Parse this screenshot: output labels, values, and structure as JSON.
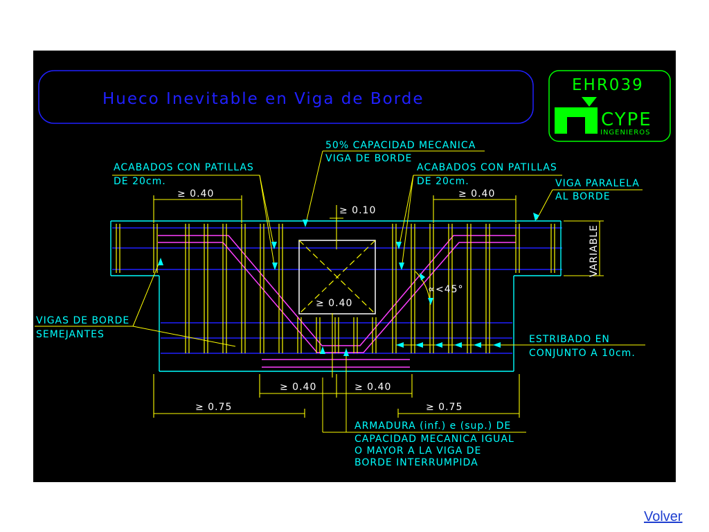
{
  "slide": {
    "title": "Hueco Inevitable en Viga de Borde",
    "code": "EHR039",
    "logo_brand": "CYPE",
    "logo_sub": "INGENIEROS",
    "nav_link": "Volver"
  },
  "labels": {
    "capacidad_1": "50% CAPACIDAD MECANICA",
    "capacidad_2": "VIGA DE BORDE",
    "acabados_left_1": "ACABADOS CON PATILLAS",
    "acabados_left_2": "DE 20cm.",
    "acabados_right_1": "ACABADOS CON PATILLAS",
    "acabados_right_2": "DE 20cm.",
    "viga_paralela_1": "VIGA PARALELA",
    "viga_paralela_2": "AL BORDE",
    "variable": "VARIABLE",
    "vigas_borde_1": "VIGAS DE BORDE",
    "vigas_borde_2": "SEMEJANTES",
    "estribado_1": "ESTRIBADO EN",
    "estribado_2": "CONJUNTO A 10cm.",
    "armadura_1": "ARMADURA (inf.) e (sup.) DE",
    "armadura_2": "CAPACIDAD MECANICA IGUAL",
    "armadura_3": "O MAYOR A LA VIGA DE",
    "armadura_4": "BORDE INTERRUMPIDA",
    "angle": "∝<45°",
    "dim_top_left": "≥ 0.40",
    "dim_top_right": "≥ 0.40",
    "dim_010": "≥ 0.10",
    "dim_hole": "≥ 0.40",
    "dim_bottom_left": "≥ 0.40",
    "dim_bottom_right": "≥ 0.40",
    "dim_075_left": "≥ 0.75",
    "dim_075_right": "≥ 0.75"
  },
  "colors": {
    "background": "#000000",
    "cad_yellow": "#ffff00",
    "cad_cyan": "#00ffff",
    "cad_blue": "#2020ff",
    "cad_magenta": "#ff40ff",
    "cad_green": "#00ff00",
    "cad_white": "#ffffff",
    "link_blue": "#1f3fd0"
  }
}
